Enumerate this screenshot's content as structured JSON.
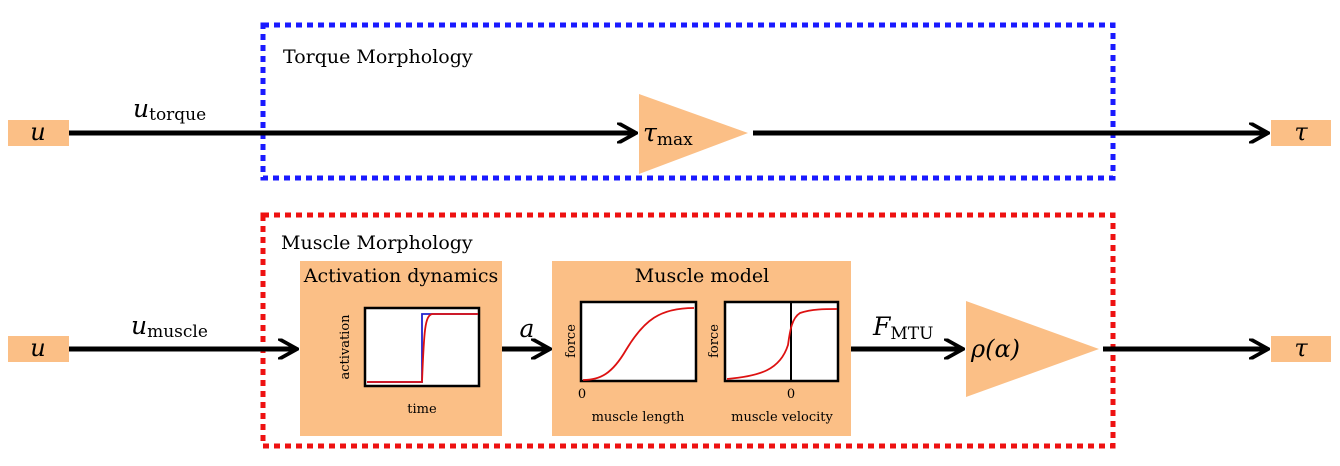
{
  "colors": {
    "block_fill": "#fbbf86",
    "torque_border": "#1a1aff",
    "muscle_border": "#ee1111",
    "arrow": "#000000",
    "curve_red": "#dd1111",
    "curve_blue": "#2222cc"
  },
  "torque": {
    "title": "Torque Morphology",
    "input_symbol": "u",
    "signal_main": "u",
    "signal_sub": "torque",
    "gain_main": "τ",
    "gain_sub": "max",
    "output_symbol": "τ"
  },
  "muscle": {
    "title": "Muscle Morphology",
    "input_symbol": "u",
    "signal_main": "u",
    "signal_sub": "muscle",
    "activation_title": "Activation dynamics",
    "activation_ylabel": "activation",
    "activation_xlabel": "time",
    "a_symbol": "a",
    "model_title": "Muscle model",
    "length_ylabel": "force",
    "length_xlabel": "muscle length",
    "length_zero": "0",
    "velocity_ylabel": "force",
    "velocity_xlabel": "muscle velocity",
    "velocity_zero": "0",
    "force_main": "F",
    "force_sub": "MTU",
    "gain_label": "ρ(α)",
    "output_symbol": "τ"
  }
}
